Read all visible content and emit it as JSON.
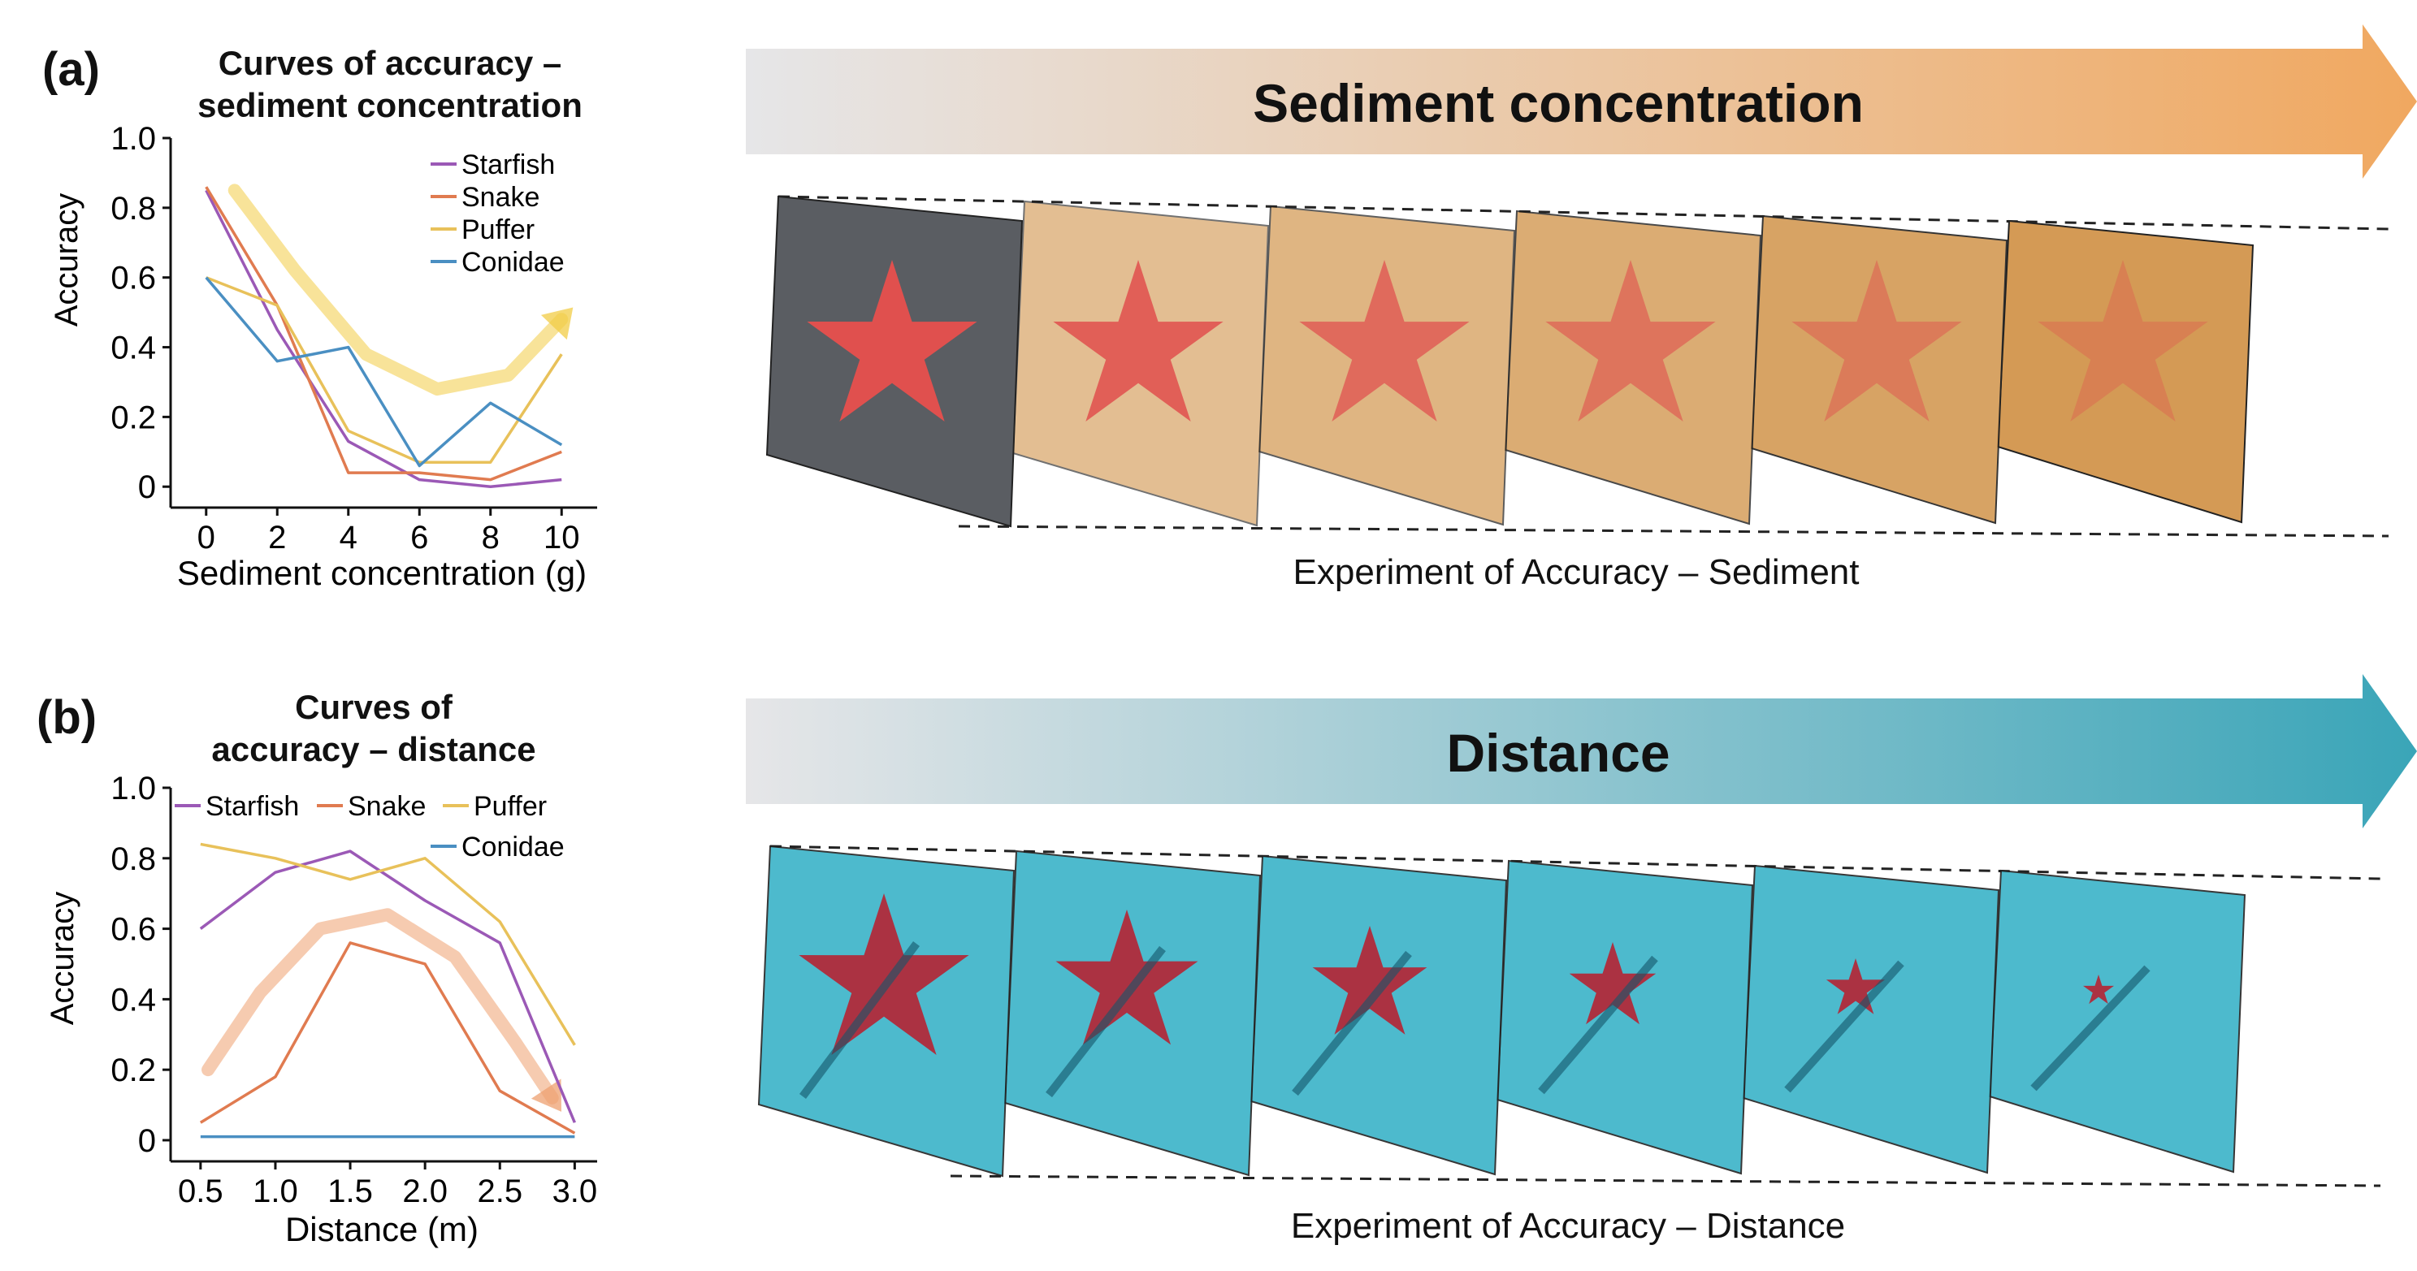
{
  "panels": [
    {
      "label": "(a)",
      "banner_text": "Sediment concentration",
      "caption": "Experiment of Accuracy – Sediment",
      "colors": {
        "banner_start": "#e6e6e8",
        "banner_end": "#f0a860",
        "water": "#d49a55"
      }
    },
    {
      "label": "(b)",
      "banner_text": "Distance",
      "caption": "Experiment of Accuracy – Distance",
      "colors": {
        "banner_start": "#e6e6e8",
        "banner_end": "#3aa5b8",
        "water": "#3ab3c8"
      }
    }
  ],
  "chart_data": [
    {
      "type": "line",
      "title_lines": [
        "Curves of accuracy –",
        "sediment concentration"
      ],
      "xlabel": "Sediment concentration (g)",
      "ylabel": "Accuracy",
      "x": [
        0,
        2,
        4,
        6,
        8,
        10
      ],
      "xticks": [
        "0",
        "2",
        "4",
        "6",
        "8",
        "10"
      ],
      "yticks": [
        "0",
        "0.2",
        "0.4",
        "0.6",
        "0.8",
        "1.0"
      ],
      "xlim": [
        -1,
        11
      ],
      "ylim": [
        -0.06,
        1.0
      ],
      "legend_position": "top-right",
      "series": [
        {
          "name": "Starfish",
          "color": "#9b59b6",
          "values": [
            0.85,
            0.45,
            0.13,
            0.02,
            0.0,
            0.02
          ]
        },
        {
          "name": "Snake",
          "color": "#e07b50",
          "values": [
            0.86,
            0.52,
            0.04,
            0.04,
            0.02,
            0.1
          ]
        },
        {
          "name": "Puffer",
          "color": "#e8c15a",
          "values": [
            0.6,
            0.52,
            0.16,
            0.07,
            0.07,
            0.38
          ]
        },
        {
          "name": "Conidae",
          "color": "#4a8fc2",
          "values": [
            0.6,
            0.36,
            0.4,
            0.06,
            0.24,
            0.12
          ]
        }
      ],
      "trend_arrow_color": "#f2cc45"
    },
    {
      "type": "line",
      "title_lines": [
        "Curves of",
        "accuracy – distance"
      ],
      "xlabel": "Distance (m)",
      "ylabel": "Accuracy",
      "x": [
        0.5,
        1.0,
        1.5,
        2.0,
        2.5,
        3.0
      ],
      "xticks": [
        "0.5",
        "1.0",
        "1.5",
        "2.0",
        "2.5",
        "3.0"
      ],
      "yticks": [
        "0",
        "0.2",
        "0.4",
        "0.6",
        "0.8",
        "1.0"
      ],
      "xlim": [
        0.3,
        3.15
      ],
      "ylim": [
        -0.06,
        1.0
      ],
      "legend_position": "top",
      "series": [
        {
          "name": "Starfish",
          "color": "#9b59b6",
          "values": [
            0.6,
            0.76,
            0.82,
            0.68,
            0.56,
            0.05
          ]
        },
        {
          "name": "Snake",
          "color": "#e07b50",
          "values": [
            0.05,
            0.18,
            0.56,
            0.5,
            0.14,
            0.02
          ]
        },
        {
          "name": "Puffer",
          "color": "#e8c15a",
          "values": [
            0.84,
            0.8,
            0.74,
            0.8,
            0.62,
            0.27
          ]
        },
        {
          "name": "Conidae",
          "color": "#4a8fc2",
          "values": [
            0.01,
            0.01,
            0.01,
            0.01,
            0.01,
            0.01
          ]
        }
      ],
      "trend_arrow_color": "#eea070"
    }
  ]
}
